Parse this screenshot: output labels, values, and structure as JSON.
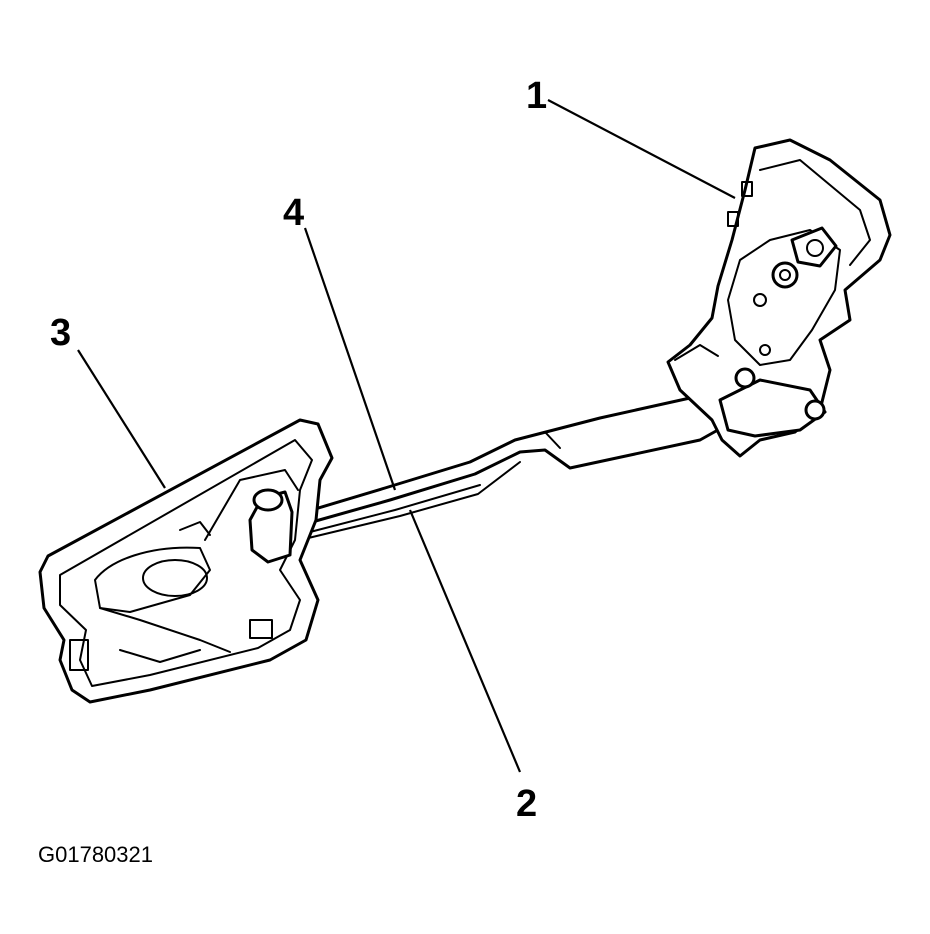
{
  "diagram": {
    "callouts": [
      {
        "id": "1",
        "label": "1"
      },
      {
        "id": "2",
        "label": "2"
      },
      {
        "id": "3",
        "label": "3"
      },
      {
        "id": "4",
        "label": "4"
      }
    ],
    "figure_id": "G01780321"
  }
}
